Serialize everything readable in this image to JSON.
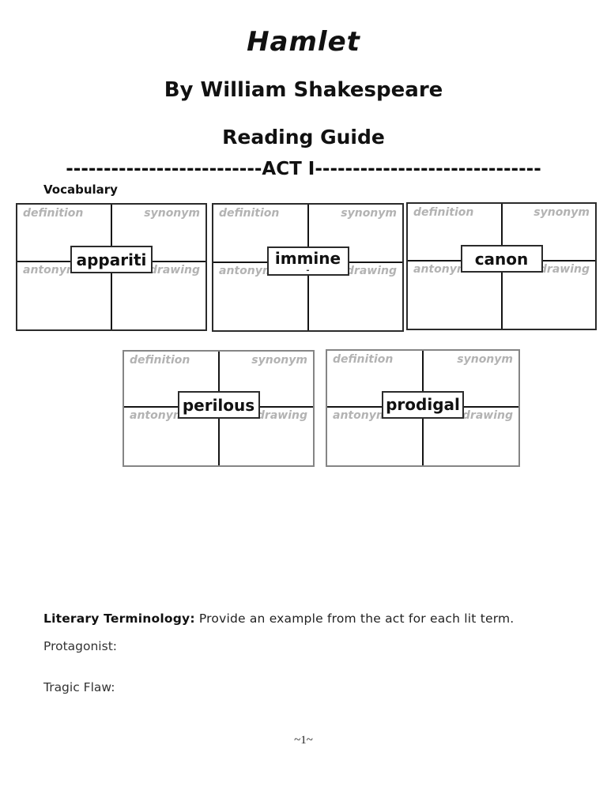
{
  "doc": {
    "title": "Hamlet",
    "author_line": "By William Shakespeare",
    "subtitle": "Reading Guide",
    "act_divider": "--------------------------ACT I------------------------------",
    "vocabulary_label": "Vocabulary",
    "page_number": "~1~"
  },
  "quadrant_labels": {
    "definition": "definition",
    "synonym": "synonym",
    "antonym": "antonym",
    "drawing": "drawing"
  },
  "vocab_boxes": [
    {
      "word": "appariti",
      "word_sub": ""
    },
    {
      "word": "immine",
      "word_sub": "-"
    },
    {
      "word": "canon",
      "word_sub": ""
    },
    {
      "word": "perilous",
      "word_sub": ""
    },
    {
      "word": "prodigal",
      "word_sub": ""
    }
  ],
  "literary_section": {
    "heading": "Literary Terminology:",
    "instruction": " Provide an example from the act for each lit term.",
    "protagonist": "Protagonist:",
    "tragic_flaw": "Tragic Flaw:"
  },
  "colors": {
    "text": "#111111",
    "quadrant_label_gray": "#b3b3b3",
    "row1_border": "#2b2b2b",
    "row2_border": "#858585",
    "background": "#ffffff"
  }
}
